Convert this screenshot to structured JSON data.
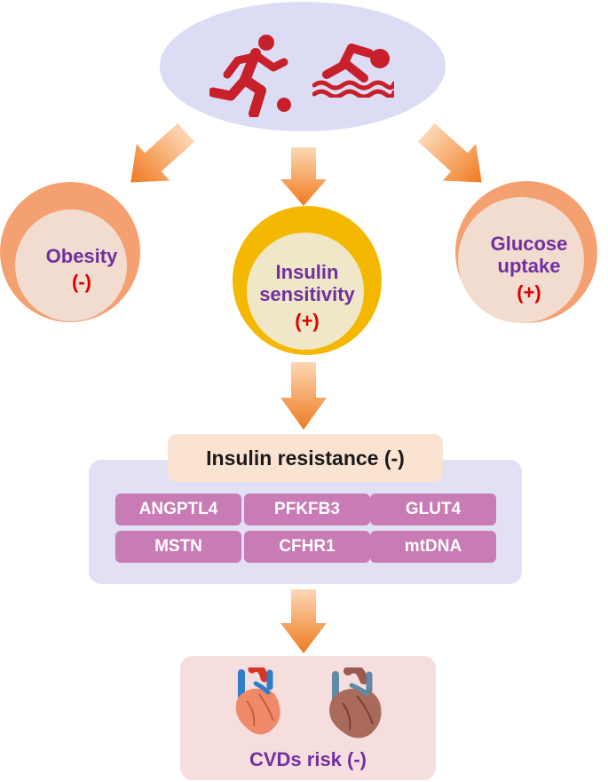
{
  "top": {
    "icons": [
      "soccer-player-icon",
      "swimmer-icon"
    ],
    "icon_color": "#c8202a"
  },
  "circles": {
    "obesity": {
      "label": "Obesity",
      "sign": "(-)"
    },
    "insulin_sensitivity": {
      "label_line1": "Insulin",
      "label_line2": "sensitivity",
      "sign": "(+)"
    },
    "glucose_uptake": {
      "label_line1": "Glucose",
      "label_line2": "uptake",
      "sign": "(+)"
    }
  },
  "insulin_resistance": {
    "title": "Insulin resistance (-)",
    "genes": [
      "ANGPTL4",
      "PFKFB3",
      "GLUT4",
      "MSTN",
      "CFHR1",
      "mtDNA"
    ]
  },
  "cvd": {
    "icons": [
      "heart-icon",
      "heart-icon"
    ],
    "label": "CVDs risk (-)"
  },
  "colors": {
    "arrow": "#f08a30",
    "label_purple": "#7030a0",
    "sign_red": "#e00000",
    "gene_box": "#c87bb4"
  }
}
